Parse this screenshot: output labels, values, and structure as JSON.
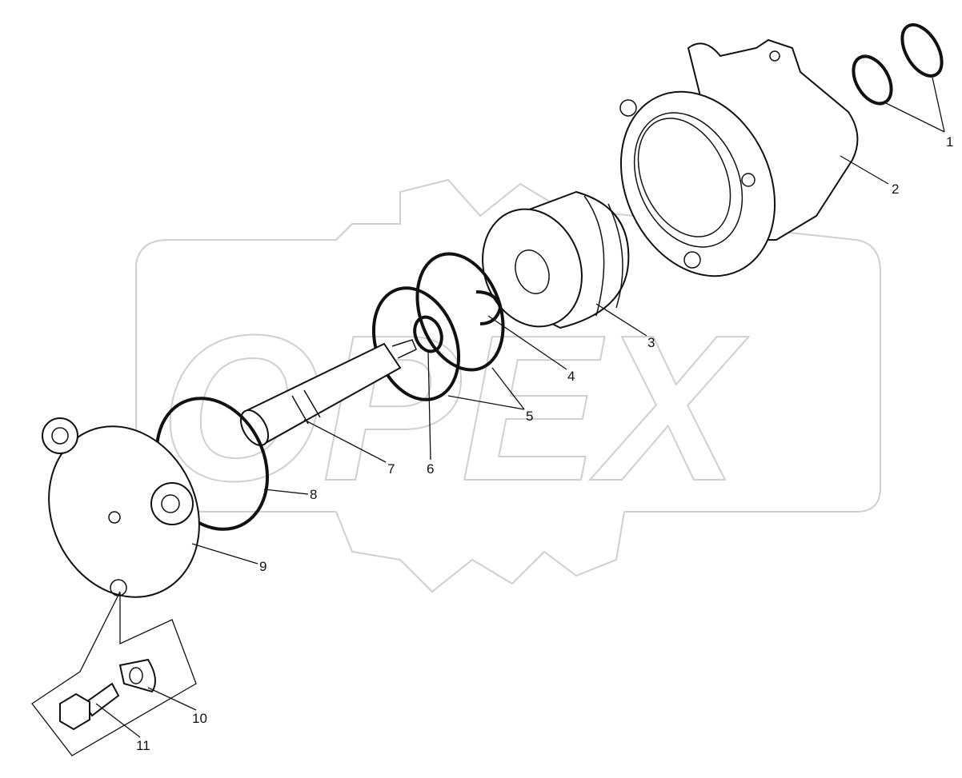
{
  "watermark": {
    "text": "OPEX",
    "color": "#cfcfcf"
  },
  "callouts": [
    {
      "label": "1",
      "part": "ring-pair"
    },
    {
      "label": "2",
      "part": "housing"
    },
    {
      "label": "3",
      "part": "piston"
    },
    {
      "label": "4",
      "part": "snap-ring"
    },
    {
      "label": "5",
      "part": "seal-rings"
    },
    {
      "label": "6",
      "part": "small-ring"
    },
    {
      "label": "7",
      "part": "rod"
    },
    {
      "label": "8",
      "part": "o-ring"
    },
    {
      "label": "9",
      "part": "cover"
    },
    {
      "label": "10",
      "part": "lock-washer"
    },
    {
      "label": "11",
      "part": "bolt"
    }
  ]
}
